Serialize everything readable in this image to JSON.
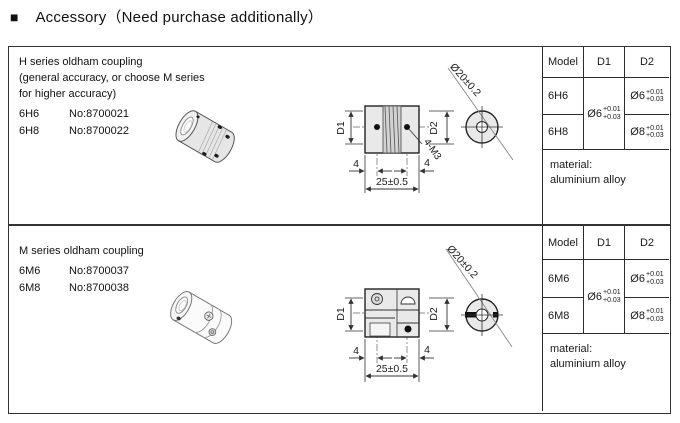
{
  "title": {
    "bullet": "■",
    "text": "Accessory（Need purchase additionally）"
  },
  "h": {
    "desc1": "H series oldham coupling",
    "desc2": "(general accuracy, or choose M series",
    "desc3": "for higher accuracy)",
    "model1_code": "6H6",
    "model1_no": "No:8700021",
    "model2_code": "6H8",
    "model2_no": "No:8700022",
    "draw": {
      "d1": "D1",
      "d2": "D2",
      "screws": "4-M3",
      "left4": "4",
      "right4": "4",
      "len": "25±0.5",
      "dia": "Ø20±0.2"
    },
    "spec": {
      "col_model": "Model",
      "col_d1": "D1",
      "col_d2": "D2",
      "m1": "6H6",
      "m2": "6H8",
      "d1": {
        "b": "Ø6",
        "u": "+0.01",
        "l": "+0.03"
      },
      "d2a": {
        "b": "Ø6",
        "u": "+0.01",
        "l": "+0.03"
      },
      "d2b": {
        "b": "Ø8",
        "u": "+0.01",
        "l": "+0.03"
      },
      "mat1": "material:",
      "mat2": "aluminium alloy"
    }
  },
  "m": {
    "desc1": "M series oldham coupling",
    "model1_code": "6M6",
    "model1_no": "No:8700037",
    "model2_code": "6M8",
    "model2_no": "No:8700038",
    "draw": {
      "d1": "D1",
      "d2": "D2",
      "left4": "4",
      "right4": "4",
      "len": "25±0.5",
      "dia": "Ø20±0.2"
    },
    "spec": {
      "col_model": "Model",
      "col_d1": "D1",
      "col_d2": "D2",
      "m1": "6M6",
      "m2": "6M8",
      "d1": {
        "b": "Ø6",
        "u": "+0.01",
        "l": "+0.03"
      },
      "d2a": {
        "b": "Ø6",
        "u": "+0.01",
        "l": "+0.03"
      },
      "d2b": {
        "b": "Ø8",
        "u": "+0.01",
        "l": "+0.03"
      },
      "mat1": "material:",
      "mat2": "aluminium alloy"
    }
  }
}
